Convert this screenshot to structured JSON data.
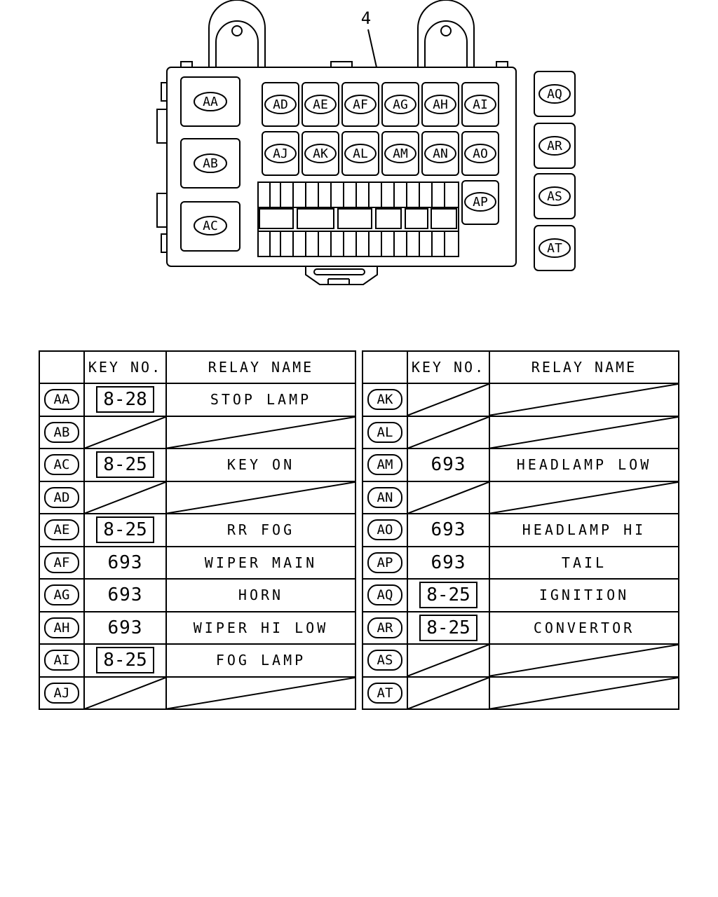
{
  "diagram": {
    "callout": "4",
    "main_box_labels": [
      "AA",
      "AB",
      "AC"
    ],
    "upper_row": [
      "AD",
      "AE",
      "AF",
      "AG",
      "AH",
      "AI"
    ],
    "middle_row": [
      "AJ",
      "AK",
      "AL",
      "AM",
      "AN",
      "AO"
    ],
    "side_label": "AP",
    "external_relays": [
      "AQ",
      "AR",
      "AS",
      "AT"
    ]
  },
  "table_headers": {
    "key_no": "KEY NO.",
    "relay_name": "RELAY NAME"
  },
  "rows_left": [
    {
      "id": "AA",
      "key": "8-28",
      "boxed": true,
      "name": "STOP LAMP"
    },
    {
      "id": "AB",
      "key": "",
      "boxed": false,
      "name": ""
    },
    {
      "id": "AC",
      "key": "8-25",
      "boxed": true,
      "name": "KEY ON"
    },
    {
      "id": "AD",
      "key": "",
      "boxed": false,
      "name": ""
    },
    {
      "id": "AE",
      "key": "8-25",
      "boxed": true,
      "name": "RR FOG"
    },
    {
      "id": "AF",
      "key": "693",
      "boxed": false,
      "name": "WIPER MAIN"
    },
    {
      "id": "AG",
      "key": "693",
      "boxed": false,
      "name": "HORN"
    },
    {
      "id": "AH",
      "key": "693",
      "boxed": false,
      "name": "WIPER HI LOW"
    },
    {
      "id": "AI",
      "key": "8-25",
      "boxed": true,
      "name": "FOG LAMP"
    },
    {
      "id": "AJ",
      "key": "",
      "boxed": false,
      "name": ""
    }
  ],
  "rows_right": [
    {
      "id": "AK",
      "key": "",
      "boxed": false,
      "name": ""
    },
    {
      "id": "AL",
      "key": "",
      "boxed": false,
      "name": ""
    },
    {
      "id": "AM",
      "key": "693",
      "boxed": false,
      "name": "HEADLAMP LOW"
    },
    {
      "id": "AN",
      "key": "",
      "boxed": false,
      "name": ""
    },
    {
      "id": "AO",
      "key": "693",
      "boxed": false,
      "name": "HEADLAMP HI"
    },
    {
      "id": "AP",
      "key": "693",
      "boxed": false,
      "name": "TAIL"
    },
    {
      "id": "AQ",
      "key": "8-25",
      "boxed": true,
      "name": "IGNITION"
    },
    {
      "id": "AR",
      "key": "8-25",
      "boxed": true,
      "name": "CONVERTOR"
    },
    {
      "id": "AS",
      "key": "",
      "boxed": false,
      "name": ""
    },
    {
      "id": "AT",
      "key": "",
      "boxed": false,
      "name": ""
    }
  ]
}
